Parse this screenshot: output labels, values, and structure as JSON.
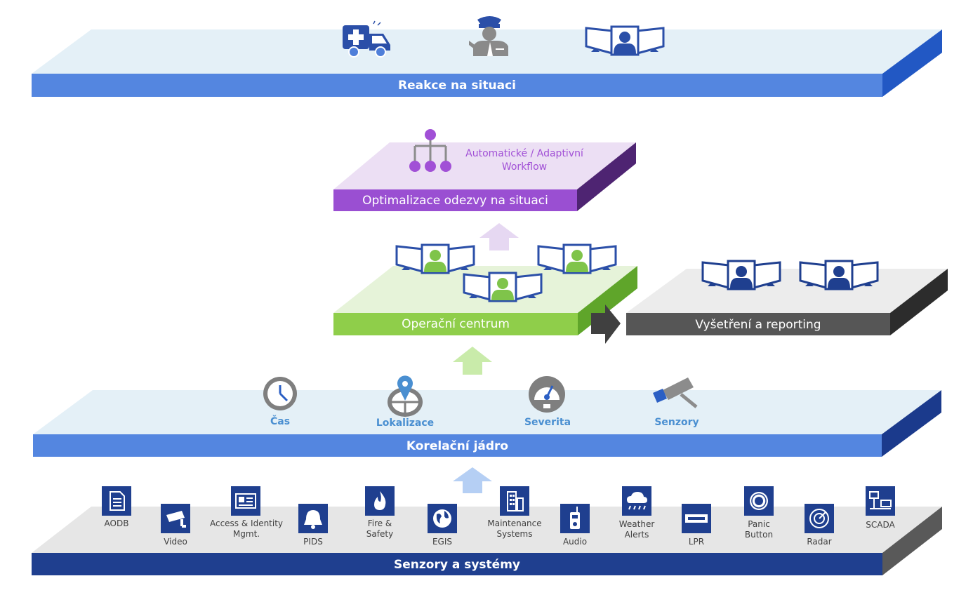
{
  "layers": {
    "response": {
      "title": "Reakce na situaci"
    },
    "optimization": {
      "title": "Optimalizace odezvy na situaci",
      "workflow_label": "Automatické / Adaptivní Workflow"
    },
    "operations": {
      "title": "Operační centrum"
    },
    "investigation": {
      "title": "Vyšetření a  reporting"
    },
    "core": {
      "title": "Korelační jádro",
      "items": [
        "Čas",
        "Lokalizace",
        "Severita",
        "Senzory"
      ]
    },
    "sensors": {
      "title": "Senzory a systémy",
      "items": [
        "AODB",
        "Video",
        "Access & Identity Mgmt.",
        "PIDS",
        "Fire & Safety",
        "EGIS",
        "Maintenance Systems",
        "Audio",
        "Weather Alerts",
        "LPR",
        "Panic Button",
        "Radar",
        "SCADA"
      ]
    }
  },
  "icons": {
    "response": [
      "ambulance-icon",
      "police-officer-icon",
      "operator-workstation-icon"
    ],
    "optimization": [
      "workflow-hierarchy-icon"
    ],
    "operations": [
      "operator-workstation-icon",
      "operator-workstation-icon",
      "operator-workstation-icon"
    ],
    "investigation": [
      "operator-workstation-icon",
      "operator-workstation-icon"
    ],
    "core": [
      "clock-icon",
      "location-pin-icon",
      "gauge-icon",
      "camera-icon"
    ],
    "sensors": [
      "document-icon",
      "cctv-camera-icon",
      "id-card-icon",
      "bell-icon",
      "flame-icon",
      "globe-icon",
      "building-icon",
      "radio-icon",
      "cloud-rain-icon",
      "license-plate-icon",
      "lifebuoy-icon",
      "radar-icon",
      "network-computers-icon"
    ]
  },
  "colors": {
    "blue_bar": "#5486e0",
    "blue_side": "#2258c4",
    "navy_bar": "#1f3f8f",
    "navy_side": "#1b3a8c",
    "purple_bar": "#9a4fd2",
    "purple_side": "#4e2472",
    "purple_top": "#ecdff4",
    "green_bar": "#8fce4a",
    "green_side": "#5fa52a",
    "green_top": "#e6f3d9",
    "gray_bar": "#565656",
    "gray_side": "#2c2c2c",
    "gray_top": "#ececec",
    "light_blue_top": "#e4f0f7",
    "icon_navy": "#1f3f8f",
    "icon_gray": "#7f7f7f",
    "label_blue": "#4a8fd1"
  }
}
